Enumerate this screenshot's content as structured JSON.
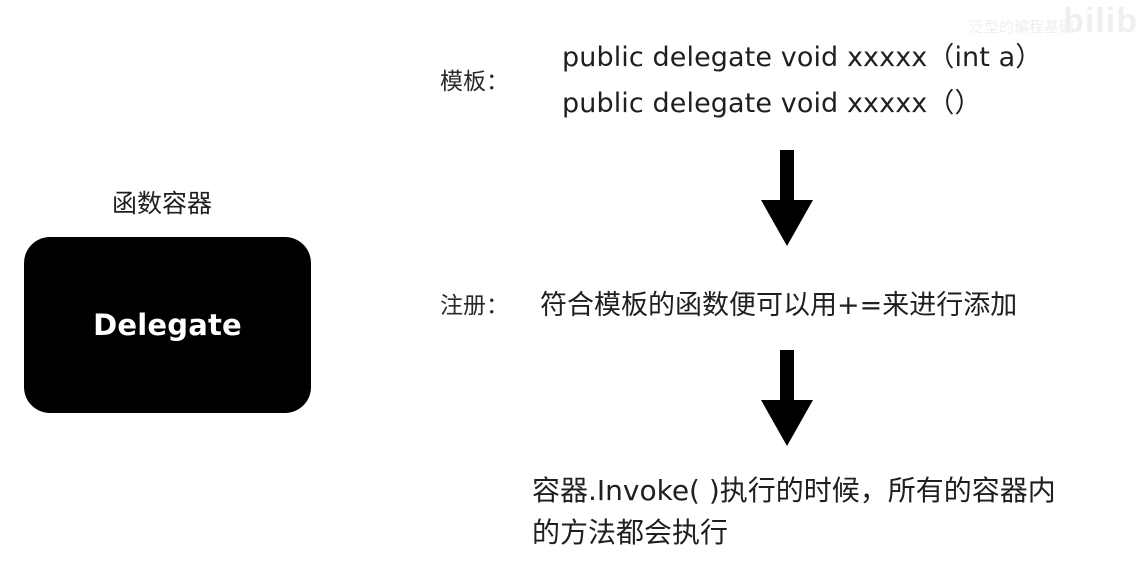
{
  "left": {
    "label": "函数容器",
    "box_text": "Delegate"
  },
  "template": {
    "label": "模板：",
    "lines": [
      "public delegate void xxxxx（int a）",
      "public delegate void xxxxx（）"
    ]
  },
  "register": {
    "label": "注册：",
    "description": "符合模板的函数便可以用+=来进行添加"
  },
  "invoke": {
    "line1": "容器.Invoke( )执行的时候，所有的容器内",
    "line2": "的方法都会执行"
  },
  "watermark": {
    "logo": "bilib",
    "text": "泛型的编程基础"
  },
  "colors": {
    "box": "#000000",
    "box_text": "#ffffff",
    "arrow": "#000000"
  }
}
